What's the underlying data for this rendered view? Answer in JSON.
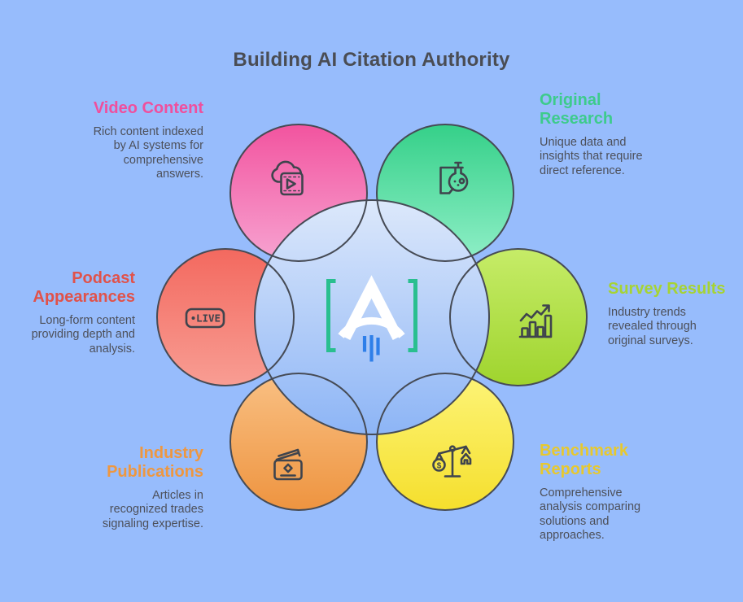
{
  "title": "Building AI Citation Authority",
  "colors": {
    "background": "#97bcfc",
    "circle_outline": "#464b55",
    "body_text": "#4d505a",
    "title_text": "#4a4d54",
    "center_circle_top": "#dce8fb",
    "center_circle_bottom": "#8db5f6",
    "logo_bracket": "#29bf8f",
    "logo_letter": "#ffffff",
    "logo_bars": "#2e7fe9"
  },
  "center": {
    "logo_letter": "A"
  },
  "nodes": [
    {
      "id": "video-content",
      "title": "Video Content",
      "heading_color": "#ef4f9d",
      "circle_gradient_top": "#f2549f",
      "circle_gradient_bottom": "#f7a3d1",
      "icon": "cloud-video-icon",
      "description": "Rich content indexed\nby AI systems for\ncomprehensive\nanswers."
    },
    {
      "id": "original-research",
      "title": "Original\nResearch",
      "heading_color": "#3dcb8c",
      "circle_gradient_top": "#35d089",
      "circle_gradient_bottom": "#8fefc7",
      "icon": "research-flask-icon",
      "description": "Unique data and\ninsights that require\ndirect reference."
    },
    {
      "id": "podcast-appearances",
      "title": "Podcast\nAppearances",
      "heading_color": "#e0524a",
      "circle_gradient_top": "#f3695f",
      "circle_gradient_bottom": "#f89d93",
      "icon": "live-badge-icon",
      "icon_label": "LIVE",
      "description": "Long-form content\nproviding depth and\nanalysis."
    },
    {
      "id": "survey-results",
      "title": "Survey Results",
      "heading_color": "#a6d334",
      "circle_gradient_top": "#c6ec68",
      "circle_gradient_bottom": "#9fd42e",
      "icon": "trend-chart-icon",
      "description": "Industry trends\nrevealed through\noriginal surveys."
    },
    {
      "id": "industry-publications",
      "title": "Industry\nPublications",
      "heading_color": "#ee9740",
      "circle_gradient_top": "#f9c083",
      "circle_gradient_bottom": "#ee9440",
      "icon": "publication-cards-icon",
      "description": "Articles in\nrecognized trades\nsignaling expertise."
    },
    {
      "id": "benchmark-reports",
      "title": "Benchmark\nReports",
      "heading_color": "#e7c82e",
      "circle_gradient_top": "#fdf478",
      "circle_gradient_bottom": "#f5df2d",
      "icon": "benchmark-scale-icon",
      "icon_dollar": "$",
      "description": "Comprehensive\nanalysis comparing\nsolutions and\napproaches."
    }
  ]
}
